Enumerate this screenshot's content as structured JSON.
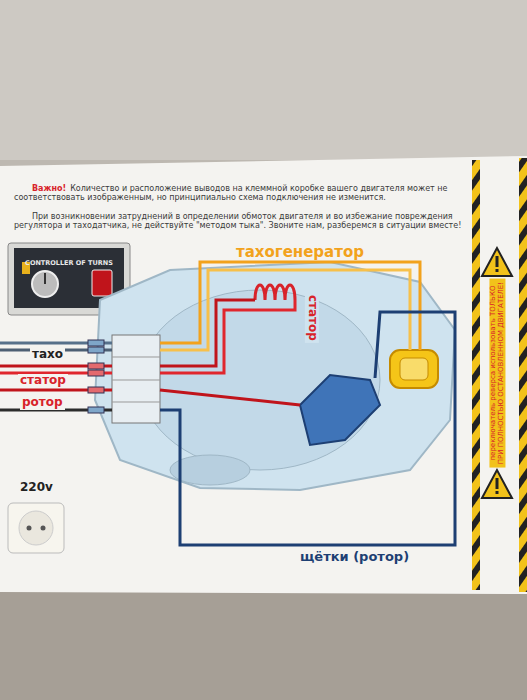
{
  "diagram": {
    "nodes": [
      {
        "text": [
          "CONTROLLER OF TURNS"
        ]
      }
    ],
    "labels": [
      "Важно!",
      "Количество и расположение выводов на клеммной коробке вашего двигателя может не соответствовать изображенным, но принципиально схема подключения не изменится.",
      "При возникновении затруднений в определении обмоток двигателя и во избежание повреждения регулятора и таходатчика, не действуйте \"методом тыка\". Звоните нам, разберемся в ситуации вместе!",
      "тахогенератор",
      "статор",
      "тахо",
      "статор",
      "ротор",
      "220v",
      "щётки (ротор)",
      "переключатель реверса использовать ТОЛЬКО ПРИ ПОЛНОСТЬЮ ОСТАНОВЛЕННОМ ДВИГАТЕЛЕ!"
    ]
  }
}
